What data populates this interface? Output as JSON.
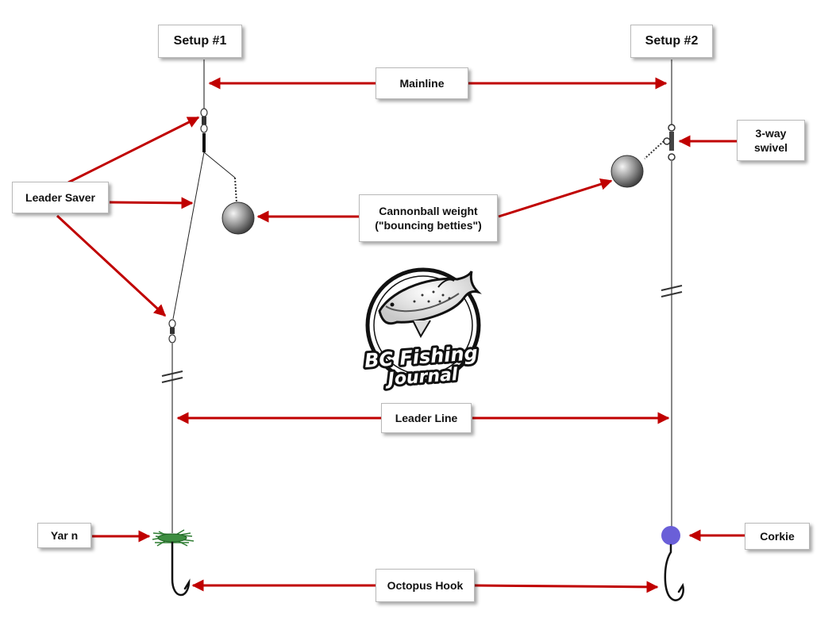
{
  "setups": {
    "setup1": "Setup #1",
    "setup2": "Setup #2"
  },
  "labels": {
    "mainline": "Mainline",
    "three_way_swivel": [
      "3-way",
      "swivel"
    ],
    "leader_saver": "Leader Saver",
    "cannonball_weight": [
      "Cannonball weight",
      "(\"bouncing betties\")"
    ],
    "leader_line": "Leader Line",
    "yarn": "Yar n",
    "corkie": "Corkie",
    "octopus_hook": "Octopus Hook"
  },
  "logo": {
    "line1": "BC Fishing",
    "line2": "Journal"
  },
  "colors": {
    "arrow": "#c00000",
    "line": "#888888",
    "corkie": "#6a5fd8",
    "yarn": "#2e7d32"
  }
}
